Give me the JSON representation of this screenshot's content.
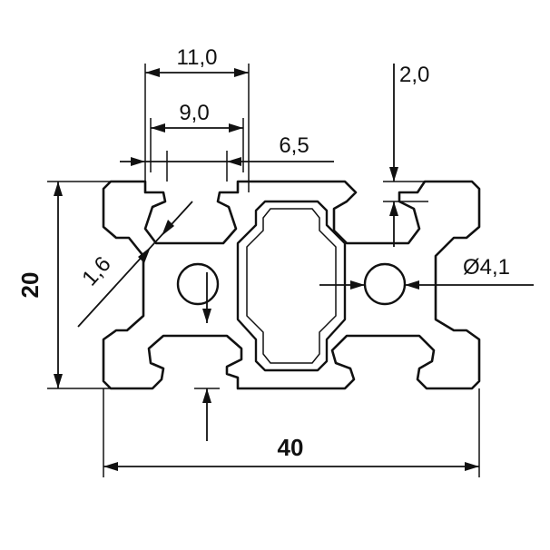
{
  "drawing": {
    "dimensions": {
      "slot_outer_width": "11,0",
      "slot_inner_width": "9,0",
      "slot_depth": "6,5",
      "wall_thickness": "2,0",
      "web_thickness": "1,6",
      "bore_diameter": "Ø4,1",
      "profile_height": "20",
      "profile_width": "40"
    },
    "colors": {
      "line": "#111111",
      "background": "#ffffff"
    }
  }
}
